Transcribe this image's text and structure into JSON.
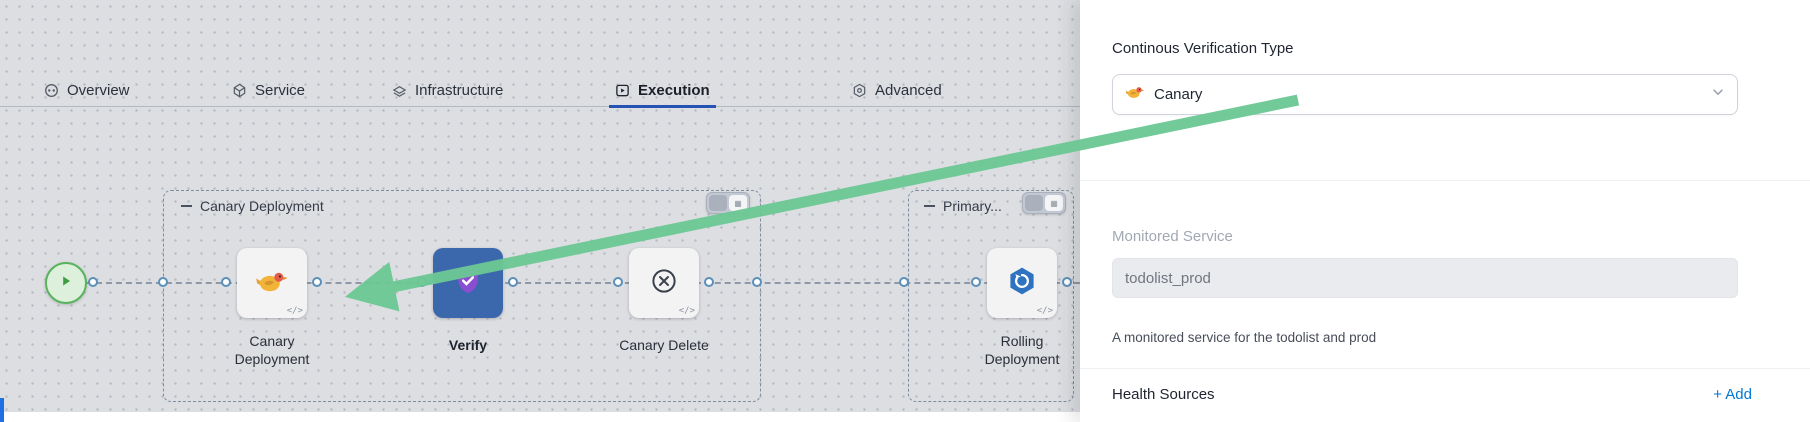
{
  "tabs": {
    "active": "Execution",
    "items": [
      {
        "label": "Overview",
        "icon": "overview-icon"
      },
      {
        "label": "Service",
        "icon": "service-icon"
      },
      {
        "label": "Infrastructure",
        "icon": "infrastructure-icon"
      },
      {
        "label": "Execution",
        "icon": "execution-icon"
      },
      {
        "label": "Advanced",
        "icon": "advanced-icon"
      }
    ]
  },
  "canvas": {
    "groups": [
      {
        "label": "Canary Deployment"
      },
      {
        "label": "Primary..."
      }
    ],
    "steps": [
      {
        "name": "Canary Deployment",
        "icon": "canary-icon"
      },
      {
        "name": "Verify",
        "icon": "verify-shield-icon"
      },
      {
        "name": "Canary Delete",
        "icon": "canary-delete-icon"
      },
      {
        "name": "Rolling Deployment",
        "icon": "rolling-deployment-icon"
      }
    ],
    "code_glyph": "</>"
  },
  "panel": {
    "cv_type": {
      "label": "Continous Verification Type",
      "value": "Canary",
      "icon": "canary-icon"
    },
    "monitored_service": {
      "label": "Monitored Service",
      "value": "todolist_prod",
      "help": "A monitored service for the todolist and prod"
    },
    "health_sources": {
      "label": "Health Sources",
      "add_label": "+ Add"
    }
  },
  "colors": {
    "accent_blue": "#0277d4",
    "active_tab_underline": "#2553b4",
    "arrow_green": "#6cc894",
    "verify_card_blue": "#3b68ad"
  }
}
